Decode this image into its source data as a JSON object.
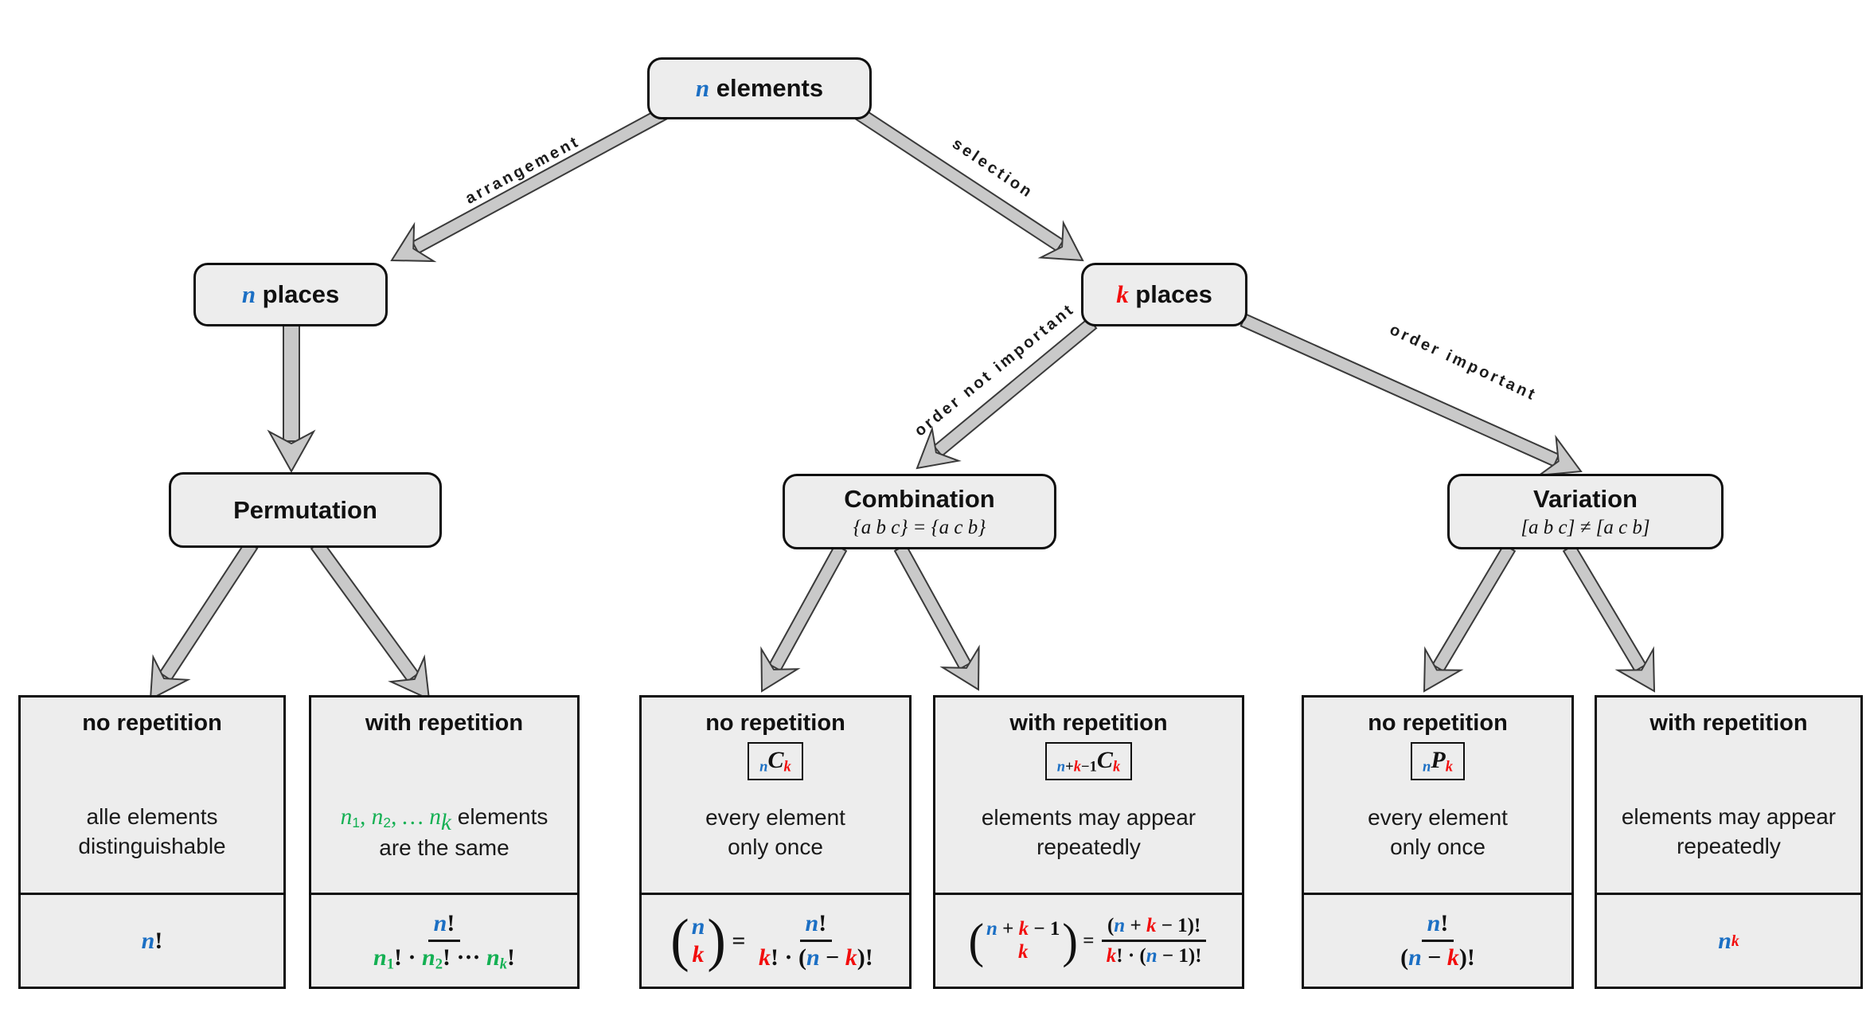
{
  "colors": {
    "blue": "#1b6fc4",
    "red": "#f20d0d",
    "green": "#14b053",
    "black": "#111111",
    "box_fill": "#ededed",
    "arrow_fill": "#c9c9c9",
    "arrow_outline": "#3a3a3a"
  },
  "edges": {
    "arrangement": "arrangement",
    "selection": "selection",
    "order_not_important": "order not important",
    "order_important": "order important"
  },
  "nodes": {
    "root": {
      "label": [
        {
          "t": "n",
          "c": "blue",
          "v": 1
        },
        {
          "t": " elements",
          "plain": 1
        }
      ]
    },
    "n_places": {
      "label": [
        {
          "t": "n",
          "c": "blue",
          "v": 1
        },
        {
          "t": " places",
          "plain": 1
        }
      ]
    },
    "k_places": {
      "label": [
        {
          "t": "k",
          "c": "red",
          "v": 1
        },
        {
          "t": " places",
          "plain": 1
        }
      ]
    },
    "permutation": {
      "title": "Permutation"
    },
    "combination": {
      "title": "Combination",
      "subtitle": [
        {
          "t": "{a b c} = {a c b}",
          "c": "black",
          "v": 1
        }
      ]
    },
    "variation": {
      "title": "Variation",
      "subtitle": [
        {
          "t": "[a b c] ≠ [a c b]",
          "c": "black",
          "v": 1
        }
      ]
    }
  },
  "leaves": [
    {
      "heading": "no repetition",
      "desc": [
        [
          {
            "t": "alle elements",
            "plain": 1
          }
        ],
        [
          {
            "t": "distinguishable",
            "plain": 1
          }
        ]
      ],
      "formula": [
        {
          "t": "n",
          "c": "blue",
          "v": 1
        },
        {
          "t": "!",
          "c": "black"
        }
      ]
    },
    {
      "heading": "with repetition",
      "desc": [
        [
          {
            "t": "n",
            "c": "green",
            "v": 1
          },
          {
            "t": "1",
            "c": "green",
            "sub": 1
          },
          {
            "t": ", ",
            "c": "green",
            "v": 1
          },
          {
            "t": "n",
            "c": "green",
            "v": 1
          },
          {
            "t": "2",
            "c": "green",
            "sub": 1
          },
          {
            "t": ", … ",
            "c": "green",
            "v": 1
          },
          {
            "t": "n",
            "c": "green",
            "v": 1
          },
          {
            "t": "k",
            "c": "green",
            "v": 1,
            "sub": 1
          },
          {
            "t": " elements",
            "plain": 1
          }
        ],
        [
          {
            "t": "are the same",
            "plain": 1
          }
        ]
      ],
      "formula": [
        {
          "type": "frac",
          "num": [
            {
              "t": "n",
              "c": "blue",
              "v": 1
            },
            {
              "t": "!",
              "c": "black"
            }
          ],
          "den": [
            {
              "t": "n",
              "c": "green",
              "v": 1
            },
            {
              "t": "1",
              "c": "green",
              "sub": 1
            },
            {
              "t": "! · ",
              "c": "black"
            },
            {
              "t": "n",
              "c": "green",
              "v": 1
            },
            {
              "t": "2",
              "c": "green",
              "sub": 1
            },
            {
              "t": "! ··· ",
              "c": "black"
            },
            {
              "t": "n",
              "c": "green",
              "v": 1
            },
            {
              "t": "k",
              "c": "green",
              "v": 1,
              "sub": 1
            },
            {
              "t": "!",
              "c": "black"
            }
          ]
        }
      ]
    },
    {
      "heading": "no repetition",
      "notation": [
        {
          "t": "n",
          "c": "blue",
          "v": 1,
          "sub": 1
        },
        {
          "t": "C",
          "c": "black",
          "v": 1
        },
        {
          "t": "k",
          "c": "red",
          "v": 1,
          "sub": 1
        }
      ],
      "desc": [
        [
          {
            "t": "every element",
            "plain": 1
          }
        ],
        [
          {
            "t": "only once",
            "plain": 1
          }
        ]
      ],
      "formula": [
        {
          "type": "binom",
          "top": [
            {
              "t": "n",
              "c": "blue",
              "v": 1
            }
          ],
          "bot": [
            {
              "t": "k",
              "c": "red",
              "v": 1
            }
          ]
        },
        {
          "t": " = ",
          "c": "black"
        },
        {
          "type": "frac",
          "num": [
            {
              "t": "n",
              "c": "blue",
              "v": 1
            },
            {
              "t": "!",
              "c": "black"
            }
          ],
          "den": [
            {
              "t": "k",
              "c": "red",
              "v": 1
            },
            {
              "t": "! · (",
              "c": "black"
            },
            {
              "t": "n",
              "c": "blue",
              "v": 1
            },
            {
              "t": " − ",
              "c": "black"
            },
            {
              "t": "k",
              "c": "red",
              "v": 1
            },
            {
              "t": ")!",
              "c": "black"
            }
          ]
        }
      ]
    },
    {
      "heading": "with repetition",
      "notation": [
        {
          "t": "n",
          "c": "blue",
          "v": 1,
          "sub": 1
        },
        {
          "t": "+",
          "c": "black",
          "sub": 1
        },
        {
          "t": "k",
          "c": "red",
          "v": 1,
          "sub": 1
        },
        {
          "t": "−1",
          "c": "black",
          "sub": 1
        },
        {
          "t": "C",
          "c": "black",
          "v": 1
        },
        {
          "t": "k",
          "c": "red",
          "v": 1,
          "sub": 1
        }
      ],
      "desc": [
        [
          {
            "t": "elements may appear",
            "plain": 1
          }
        ],
        [
          {
            "t": "repeatedly",
            "plain": 1
          }
        ]
      ],
      "formula": [
        {
          "type": "binom",
          "top": [
            {
              "t": "n",
              "c": "blue",
              "v": 1
            },
            {
              "t": " + ",
              "c": "black"
            },
            {
              "t": "k",
              "c": "red",
              "v": 1
            },
            {
              "t": " − 1",
              "c": "black"
            }
          ],
          "bot": [
            {
              "t": "k",
              "c": "red",
              "v": 1
            }
          ]
        },
        {
          "t": " = ",
          "c": "black"
        },
        {
          "type": "frac",
          "num": [
            {
              "t": "(",
              "c": "black"
            },
            {
              "t": "n",
              "c": "blue",
              "v": 1
            },
            {
              "t": " + ",
              "c": "black"
            },
            {
              "t": "k",
              "c": "red",
              "v": 1
            },
            {
              "t": " − 1)!",
              "c": "black"
            }
          ],
          "den": [
            {
              "t": "k",
              "c": "red",
              "v": 1
            },
            {
              "t": "! · (",
              "c": "black"
            },
            {
              "t": "n",
              "c": "blue",
              "v": 1
            },
            {
              "t": " − 1)!",
              "c": "black"
            }
          ]
        }
      ]
    },
    {
      "heading": "no repetition",
      "notation": [
        {
          "t": "n",
          "c": "blue",
          "v": 1,
          "sub": 1
        },
        {
          "t": "P",
          "c": "black",
          "v": 1
        },
        {
          "t": "k",
          "c": "red",
          "v": 1,
          "sub": 1
        }
      ],
      "desc": [
        [
          {
            "t": "every element",
            "plain": 1
          }
        ],
        [
          {
            "t": "only once",
            "plain": 1
          }
        ]
      ],
      "formula": [
        {
          "type": "frac",
          "num": [
            {
              "t": "n",
              "c": "blue",
              "v": 1
            },
            {
              "t": "!",
              "c": "black"
            }
          ],
          "den": [
            {
              "t": "(",
              "c": "black"
            },
            {
              "t": "n",
              "c": "blue",
              "v": 1
            },
            {
              "t": " − ",
              "c": "black"
            },
            {
              "t": "k",
              "c": "red",
              "v": 1
            },
            {
              "t": ")!",
              "c": "black"
            }
          ]
        }
      ]
    },
    {
      "heading": "with repetition",
      "desc": [
        [
          {
            "t": "elements may appear",
            "plain": 1
          }
        ],
        [
          {
            "t": "repeatedly",
            "plain": 1
          }
        ]
      ],
      "formula": [
        {
          "t": "n",
          "c": "blue",
          "v": 1
        },
        {
          "t": "k",
          "c": "red",
          "v": 1,
          "sup": 1
        }
      ]
    }
  ]
}
